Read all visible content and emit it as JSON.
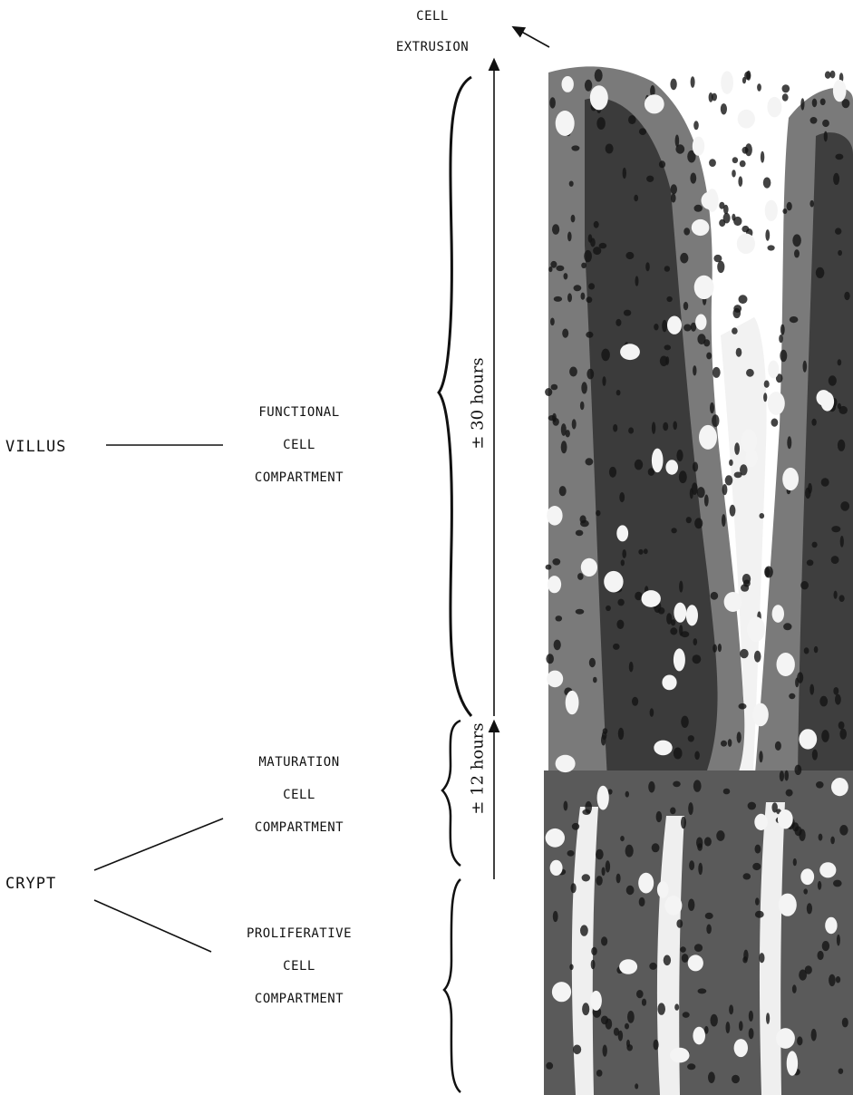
{
  "top_label": {
    "line1": "CELL",
    "line2": "EXTRUSION"
  },
  "villus": {
    "label": "VILLUS",
    "compartment": {
      "line1": "FUNCTIONAL",
      "line2": "CELL",
      "line3": "COMPARTMENT"
    },
    "duration": "± 30 hours"
  },
  "crypt": {
    "label": "CRYPT",
    "maturation": {
      "line1": "MATURATION",
      "line2": "CELL",
      "line3": "COMPARTMENT"
    },
    "proliferative": {
      "line1": "PROLIFERATIVE",
      "line2": "CELL",
      "line3": "COMPARTMENT"
    },
    "duration": "± 12 hours"
  },
  "micrograph": {
    "description_icon": "histology-micrograph",
    "tone": "#3a3a3a"
  }
}
